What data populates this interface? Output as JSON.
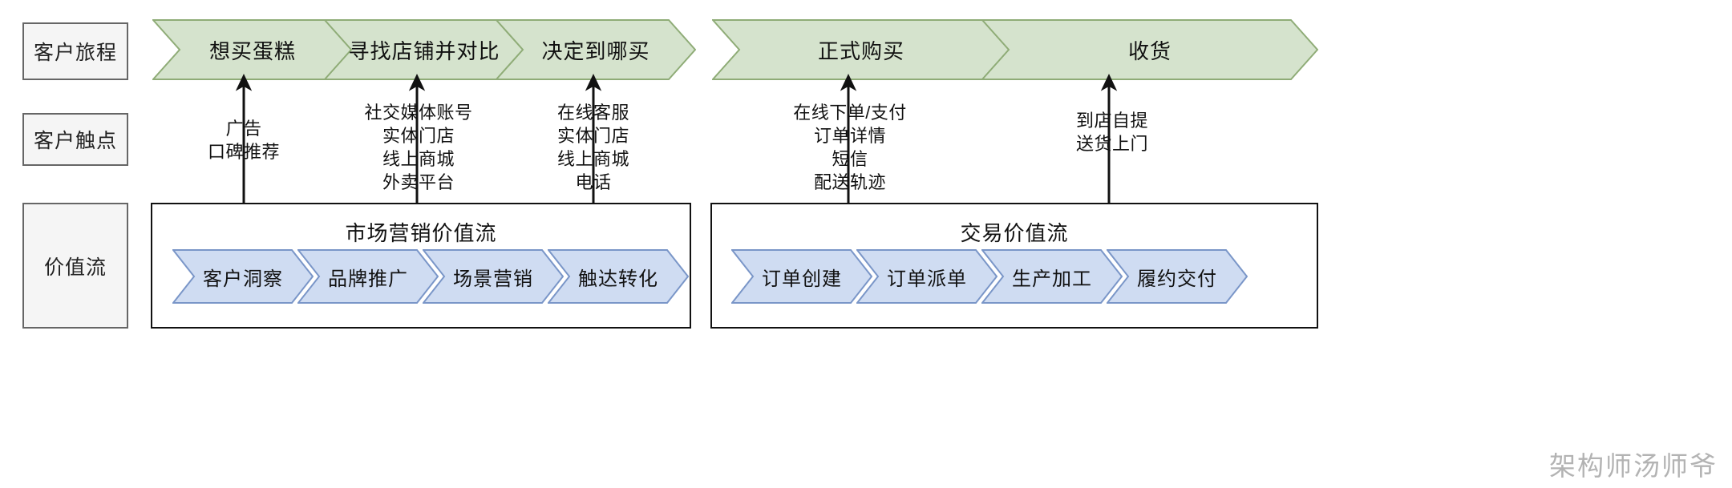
{
  "diagram": {
    "title": "客户旅程与价值流地图",
    "watermark": "架构师汤师爷"
  },
  "colors": {
    "journey_fill": "#d5e3cd",
    "journey_stroke": "#8fac77",
    "value_fill": "#cfdcf2",
    "value_stroke": "#7a96c8",
    "label_fill": "#f5f5f5",
    "label_stroke": "#666666",
    "box_stroke": "#111111",
    "arrow": "#111111",
    "watermark": "#9a9a9a"
  },
  "rows": [
    {
      "id": "journey",
      "label": "客户旅程"
    },
    {
      "id": "touchpoints",
      "label": "客户触点"
    },
    {
      "id": "valuestream",
      "label": "价值流"
    }
  ],
  "journey": {
    "stages": [
      {
        "id": "want-cake",
        "label": "想买蛋糕"
      },
      {
        "id": "search-shops",
        "label": "寻找店铺并对比"
      },
      {
        "id": "decide-where",
        "label": "决定到哪买"
      },
      {
        "id": "place-order",
        "label": "正式购买"
      },
      {
        "id": "receive-goods",
        "label": "收货"
      }
    ]
  },
  "touchpoints": [
    {
      "id": "tp-want-cake",
      "items": [
        "广告",
        "口碑推荐"
      ]
    },
    {
      "id": "tp-search-shops",
      "items": [
        "社交媒体账号",
        "实体门店",
        "线上商城",
        "外卖平台"
      ]
    },
    {
      "id": "tp-decide-where",
      "items": [
        "在线客服",
        "实体门店",
        "线上商城",
        "电话"
      ]
    },
    {
      "id": "tp-place-order",
      "items": [
        "在线下单/支付",
        "订单详情",
        "短信",
        "配送轨迹"
      ]
    },
    {
      "id": "tp-receive-goods",
      "items": [
        "到店自提",
        "送货上门"
      ]
    }
  ],
  "value_streams": [
    {
      "id": "marketing-value-stream",
      "title": "市场营销价值流",
      "steps": [
        {
          "id": "customer-insight",
          "label": "客户洞察"
        },
        {
          "id": "brand-promotion",
          "label": "品牌推广"
        },
        {
          "id": "scenario-marketing",
          "label": "场景营销"
        },
        {
          "id": "reach-conversion",
          "label": "触达转化"
        }
      ]
    },
    {
      "id": "transaction-value-stream",
      "title": "交易价值流",
      "steps": [
        {
          "id": "order-creation",
          "label": "订单创建"
        },
        {
          "id": "order-dispatch",
          "label": "订单派单"
        },
        {
          "id": "production",
          "label": "生产加工"
        },
        {
          "id": "fulfillment",
          "label": "履约交付"
        }
      ]
    }
  ]
}
